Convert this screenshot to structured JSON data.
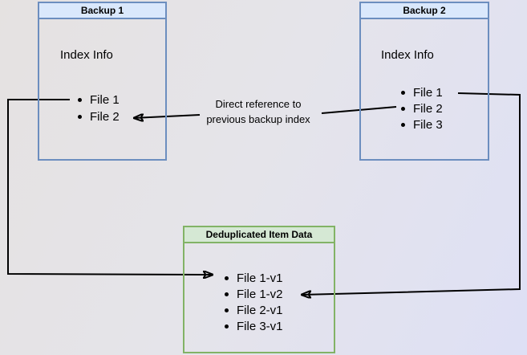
{
  "colors": {
    "blue_fill": "#dae8fc",
    "blue_border": "#6c8ebf",
    "green_fill": "#d5e8d4",
    "green_border": "#82b366",
    "line_color": "#000000",
    "text_color": "#000000",
    "bg_start": "#e5e2e1",
    "bg_mid": "#e5e4ea",
    "bg_end": "#dee0f5"
  },
  "boxes": {
    "backup1": {
      "title": "Backup 1",
      "subtitle": "Index Info",
      "items": [
        "File 1",
        "File 2"
      ]
    },
    "backup2": {
      "title": "Backup 2",
      "subtitle": "Index Info",
      "items": [
        "File 1",
        "File 2",
        "File 3"
      ]
    },
    "dedup": {
      "title": "Deduplicated Item Data",
      "items": [
        "File 1-v1",
        "File 1-v2",
        "File 2-v1",
        "File 3-v1"
      ]
    }
  },
  "annotations": {
    "reference_label": {
      "line1": "Direct reference to",
      "line2": "previous backup index"
    }
  },
  "connectors": [
    {
      "name": "direct-reference-arrow",
      "from": "Backup 2 / File 2",
      "to": "Backup 1 / File 2"
    },
    {
      "name": "backup1-to-dedup-arrow",
      "from": "Backup 1 / File 1",
      "to": "Deduplicated Item Data / File 1-v1"
    },
    {
      "name": "backup2-to-dedup-arrow",
      "from": "Backup 2 / File 1",
      "to": "Deduplicated Item Data / File 1-v2"
    }
  ]
}
